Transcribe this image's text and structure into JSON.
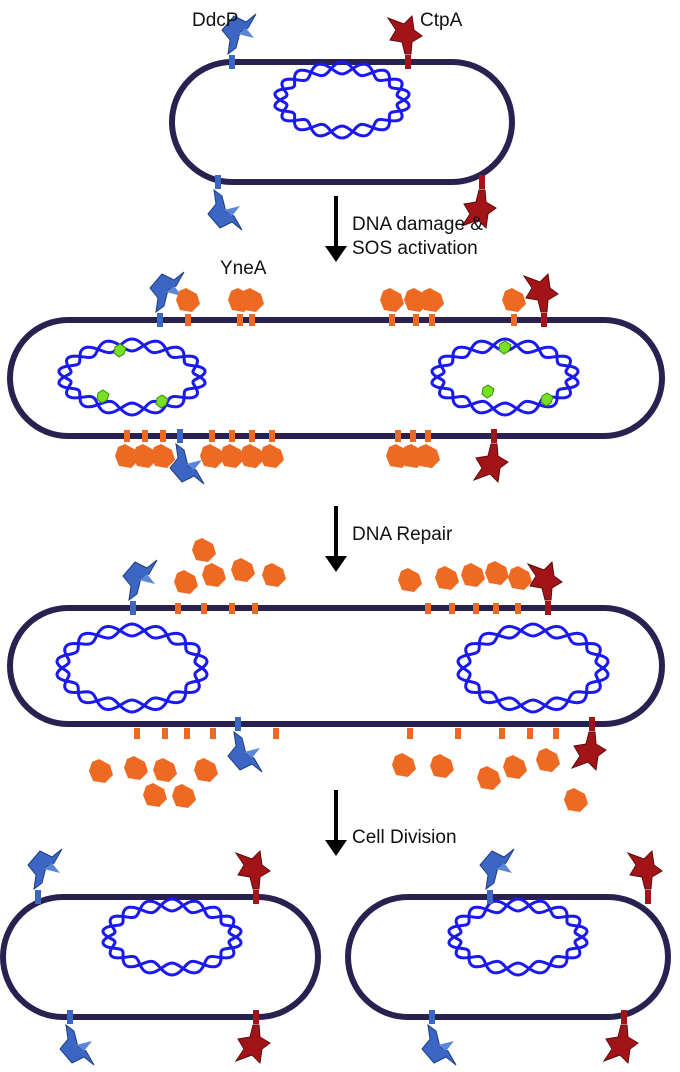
{
  "labels": {
    "ddcp": "DdcP",
    "ctpa": "CtpA",
    "ynea": "YneA"
  },
  "steps": {
    "damage_line1": "DNA damage &",
    "damage_line2": "SOS activation",
    "repair": "DNA Repair",
    "division": "Cell Division"
  },
  "colors": {
    "membrane": "#2a2150",
    "dna": "#1a1af0",
    "ddcp": "#3b66c4",
    "ctpa": "#a31418",
    "ynea": "#ee6a23",
    "lesion": "#77e021",
    "arrow": "#000000"
  }
}
